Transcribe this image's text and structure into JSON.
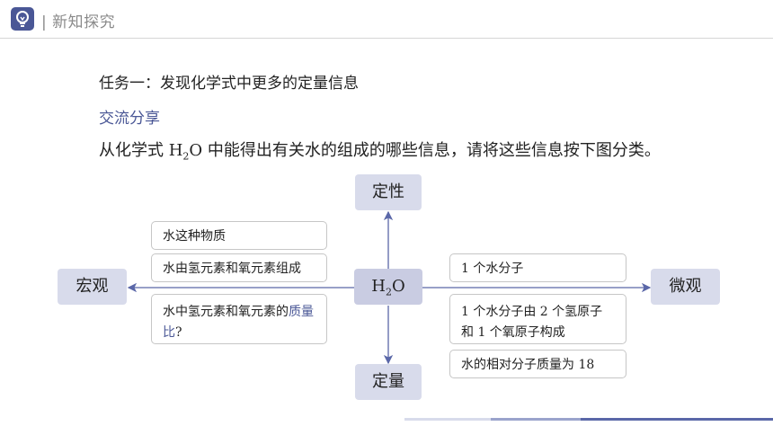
{
  "header": {
    "title": "| 新知探究",
    "logo_icon": "lightbulb-icon"
  },
  "task": "任务一：发现化学式中更多的定量信息",
  "share": "交流分享",
  "question": {
    "before": "从化学式 H",
    "sub": "2",
    "after": "O 中能得出有关水的组成的哪些信息，请将这些信息按下图分类。"
  },
  "diagram": {
    "top": "定性",
    "bottom": "定量",
    "left": "宏观",
    "right": "微观",
    "center": {
      "main": "H",
      "sub": "2",
      "tail": "O"
    },
    "left_boxes": [
      "水这种物质",
      "水由氢元素和氧元素组成"
    ],
    "left_box3": {
      "plain": "水中氢元素和氧元素的",
      "highlight": "质量比",
      "tail": "?"
    },
    "right_boxes": [
      "1 个水分子",
      "1 个水分子由 2 个氢原子和 1 个氧原子构成",
      "水的相对分子质量为 18"
    ],
    "right_box2_lines": [
      "1 个水分子由 2 个氢原子",
      "和 1 个氧原子构成"
    ]
  },
  "colors": {
    "accent": "#4a5796",
    "pill": "#d8dbeb",
    "arrow": "#5a67a8"
  }
}
